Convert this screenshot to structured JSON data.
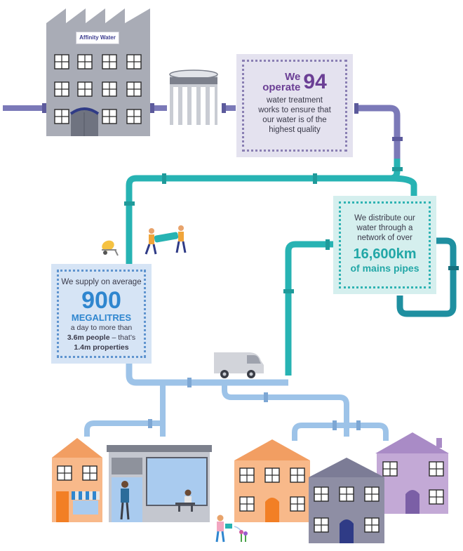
{
  "logo": {
    "text": "Affinity Water"
  },
  "treatment_box": {
    "prefix": "We",
    "verb": "operate",
    "number": "94",
    "lines": [
      "water treatment",
      "works to ensure that",
      "our water is of the",
      "highest quality"
    ]
  },
  "supply_box": {
    "intro": "We supply on average",
    "number": "900",
    "unit": "MEGALITRES",
    "line1": "a day to more than",
    "line2_bold": "3.6m people",
    "line2_rest": " – that’s",
    "line3_bold": "1.4m properties"
  },
  "network_box": {
    "lines": [
      "We distribute our",
      "water through a",
      "network of over"
    ],
    "number": "16,600km",
    "unit": "of mains pipes"
  },
  "colors": {
    "pipe_purple": "#7b79b8",
    "pipe_teal": "#27b3b3",
    "pipe_dark_teal": "#1f8fa0",
    "pipe_blue": "#9dc3e8",
    "building_grey": "#a9acb6",
    "house_orange": "#f8b98a",
    "house_purple": "#c3a9d6",
    "house_slate": "#8e8ea4"
  }
}
